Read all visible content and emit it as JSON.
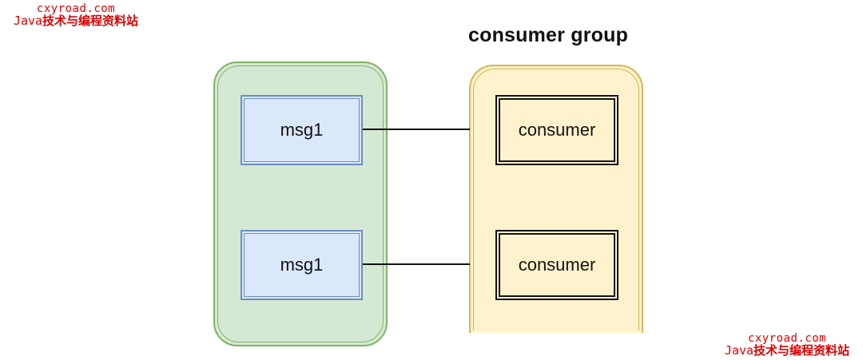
{
  "watermarks": [
    {
      "line1": "cxyroad.com",
      "line2_prefix": "Java",
      "line2_rest": "技术与编程资料站"
    },
    {
      "line1": "cxyroad.com",
      "line2_prefix": "Java",
      "line2_rest": "技术与编程资料站"
    }
  ],
  "diagram": {
    "group_title": "consumer group",
    "messages": [
      {
        "label": "msg1"
      },
      {
        "label": "msg1"
      }
    ],
    "consumers": [
      {
        "label": "consumer"
      },
      {
        "label": "consumer"
      }
    ],
    "colors": {
      "message_container_fill": "#d5e8d4",
      "message_container_stroke": "#82b366",
      "message_fill": "#dae8fc",
      "message_stroke": "#6c8ebf",
      "group_fill": "#fff2cc",
      "group_stroke": "#d6b656",
      "watermark": "#e00000"
    }
  }
}
